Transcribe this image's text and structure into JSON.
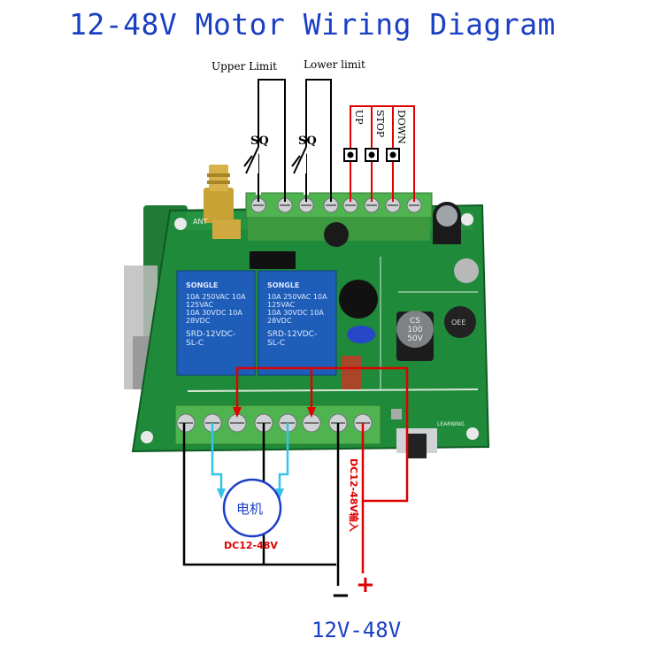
{
  "title": "12-48V Motor Wiring Diagram",
  "limits": {
    "upper": "Upper Limit",
    "lower": "Lower limit"
  },
  "switch_label": "SQ",
  "buttons": {
    "up": "UP",
    "stop": "STOP",
    "down": "DOWN"
  },
  "motor": {
    "label": "电机",
    "voltage": "DC12-48V"
  },
  "input_label": "DC12-48V输入",
  "polarity": {
    "minus": "−",
    "plus": "+"
  },
  "supply": "12V-48V",
  "board": {
    "relay_brand": "SONGLE",
    "relay_model": "SRD-12VDC-SL-C",
    "relay_rating_1": "10A 250VAC 10A 125VAC",
    "relay_rating_2": "10A 30VDC 10A 28VDC",
    "antenna_label": "ANT",
    "learning_label": "LEARNING",
    "cap_label_1": "CS",
    "cap_label_2": "100",
    "cap_label_3": "50V",
    "inductor_label": "OEE"
  },
  "colors": {
    "title": "#1a3fc4",
    "wire_red": "#e00000",
    "wire_black": "#000000",
    "wire_cyan": "#33c4e8",
    "pcb": "#1f8a3a",
    "relay": "#1e5db8",
    "terminal": "#4fb34f"
  }
}
